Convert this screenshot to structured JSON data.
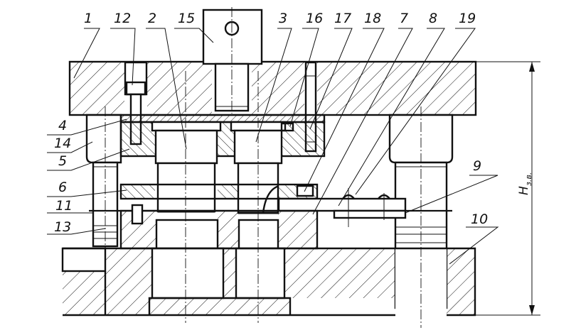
{
  "drawing": {
    "callouts_top": [
      "1",
      "12",
      "2",
      "15",
      "3",
      "16",
      "17",
      "18",
      "7",
      "8",
      "19"
    ],
    "callouts_left": [
      "4",
      "14",
      "5",
      "6",
      "11",
      "13"
    ],
    "callouts_right": [
      "9",
      "10"
    ],
    "dimension": {
      "symbol": "H",
      "subscript": "з.в."
    },
    "colors": {
      "ink": "#111111",
      "paper": "#ffffff"
    }
  }
}
